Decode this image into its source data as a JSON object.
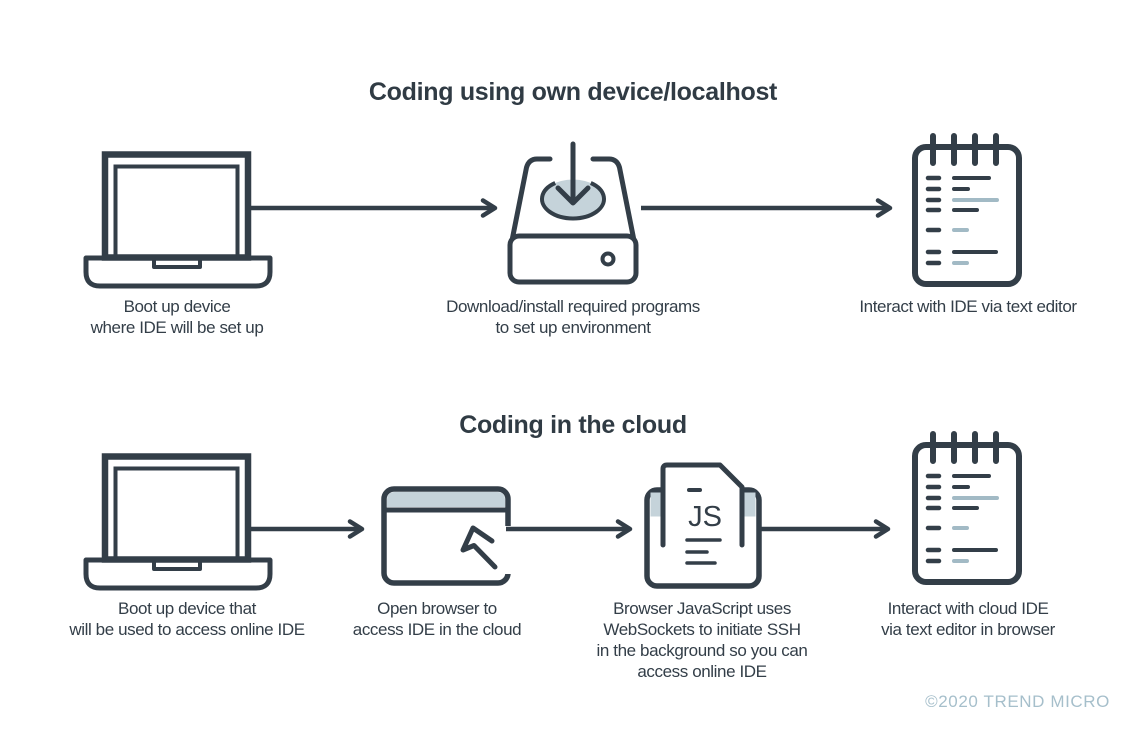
{
  "colors": {
    "ink": "#333e48",
    "title_ink": "#303b44",
    "panel_fill": "#c5d3da",
    "light_line": "#a2bac5",
    "copyright": "#a6bfcb"
  },
  "sections": [
    {
      "id": "localhost",
      "title": "Coding using own device/localhost",
      "steps": [
        {
          "icon": "laptop-icon",
          "label_lines": [
            "Boot up device",
            "where IDE will be set up"
          ]
        },
        {
          "icon": "install-drive-icon",
          "label_lines": [
            "Download/install required programs",
            "to set up environment"
          ]
        },
        {
          "icon": "notepad-text-editor-icon",
          "label_lines": [
            "Interact with IDE via text editor"
          ]
        }
      ]
    },
    {
      "id": "cloud",
      "title": "Coding in the cloud",
      "steps": [
        {
          "icon": "laptop-icon",
          "label_lines": [
            "Boot up device that",
            "will be used to access online IDE"
          ]
        },
        {
          "icon": "browser-cursor-icon",
          "label_lines": [
            "Open browser to",
            "access IDE in the cloud"
          ]
        },
        {
          "icon": "js-file-icon",
          "label_lines": [
            "Browser JavaScript uses",
            "WebSockets to initiate SSH",
            "in the background so you can",
            "access online IDE"
          ]
        },
        {
          "icon": "notepad-text-editor-icon",
          "label_lines": [
            "Interact with cloud IDE",
            "via text editor in browser"
          ]
        }
      ]
    }
  ],
  "js_file_label": "JS",
  "footer": {
    "copyright": "©2020 TREND MICRO"
  }
}
